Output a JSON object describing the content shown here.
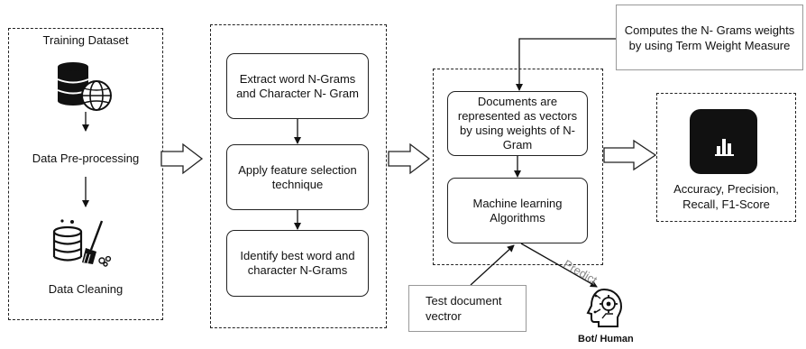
{
  "training_stage": {
    "title": "Training Dataset",
    "step1": "Data Pre-processing",
    "step2": "Data Cleaning"
  },
  "feature_stage": {
    "box1": "Extract word N-Grams and Character N- Gram",
    "box2": "Apply feature selection technique",
    "box3": "Identify best word and character N-Grams"
  },
  "weights_note": "Computes the N- Grams weights by using Term Weight Measure",
  "model_stage": {
    "box1": "Documents are represented as vectors by using weights of N-Gram",
    "box2": "Machine learning Algorithms"
  },
  "test_input": "Test document vectror",
  "predict_label": "Predict",
  "output_label": "Bot/ Human",
  "metrics_label": "Accuracy, Precision, Recall, F1-Score",
  "icons": [
    "database-globe-icon",
    "database-broom-icon",
    "bar-chart-icon",
    "ai-head-icon"
  ]
}
